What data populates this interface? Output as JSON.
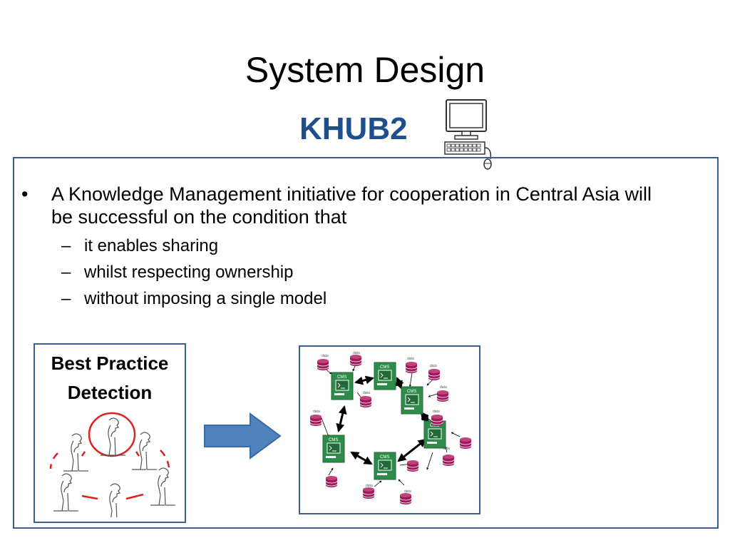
{
  "slide": {
    "title": "System Design",
    "subtitle": "KHUB2"
  },
  "bullets": {
    "main_marker": "•",
    "main_text": "A Knowledge Management initiative for cooperation in Central Asia will be successful on the condition that",
    "sub_marker": "–",
    "sub_items": [
      "it enables sharing",
      "whilst respecting ownership",
      "without imposing a single model"
    ]
  },
  "best_practice": {
    "title": "Best Practice Detection"
  },
  "network": {
    "cms_label": "CMS",
    "data_label": "data"
  },
  "colors": {
    "title_blue": "#1f4e8c",
    "frame_border": "#3d5f8f",
    "cms_green": "#2e8b4a",
    "database_magenta": "#a0195a",
    "arrow_blue": "#4f81bd",
    "circle_red": "#e02020"
  },
  "icons": {
    "computer": "desktop-computer-icon",
    "arrow": "right-arrow-icon"
  }
}
